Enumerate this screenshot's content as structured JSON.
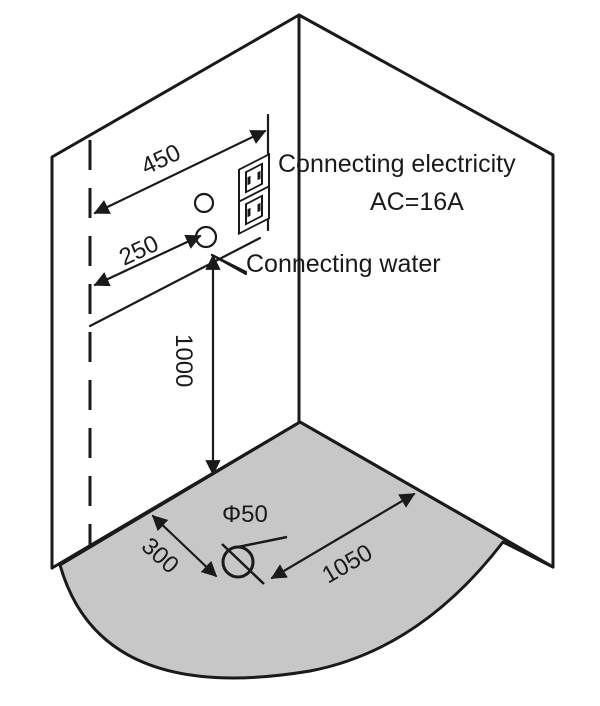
{
  "colors": {
    "line": "#1a1a1a",
    "floor": "#c7c7c7",
    "background": "#ffffff"
  },
  "labels": {
    "electricity_title": "Connecting electricity",
    "electricity_value": "AC=16A",
    "water": "Connecting water",
    "drain_diameter": "Φ50"
  },
  "dimensions": {
    "width_outlet": "450",
    "width_water": "250",
    "height_water": "1000",
    "drain_from_left": "300",
    "drain_from_right": "1050"
  },
  "icons": {
    "socket": "double-power-socket-icon",
    "water_outlet": "water-outlet-icon",
    "drain": "floor-drain-icon"
  }
}
